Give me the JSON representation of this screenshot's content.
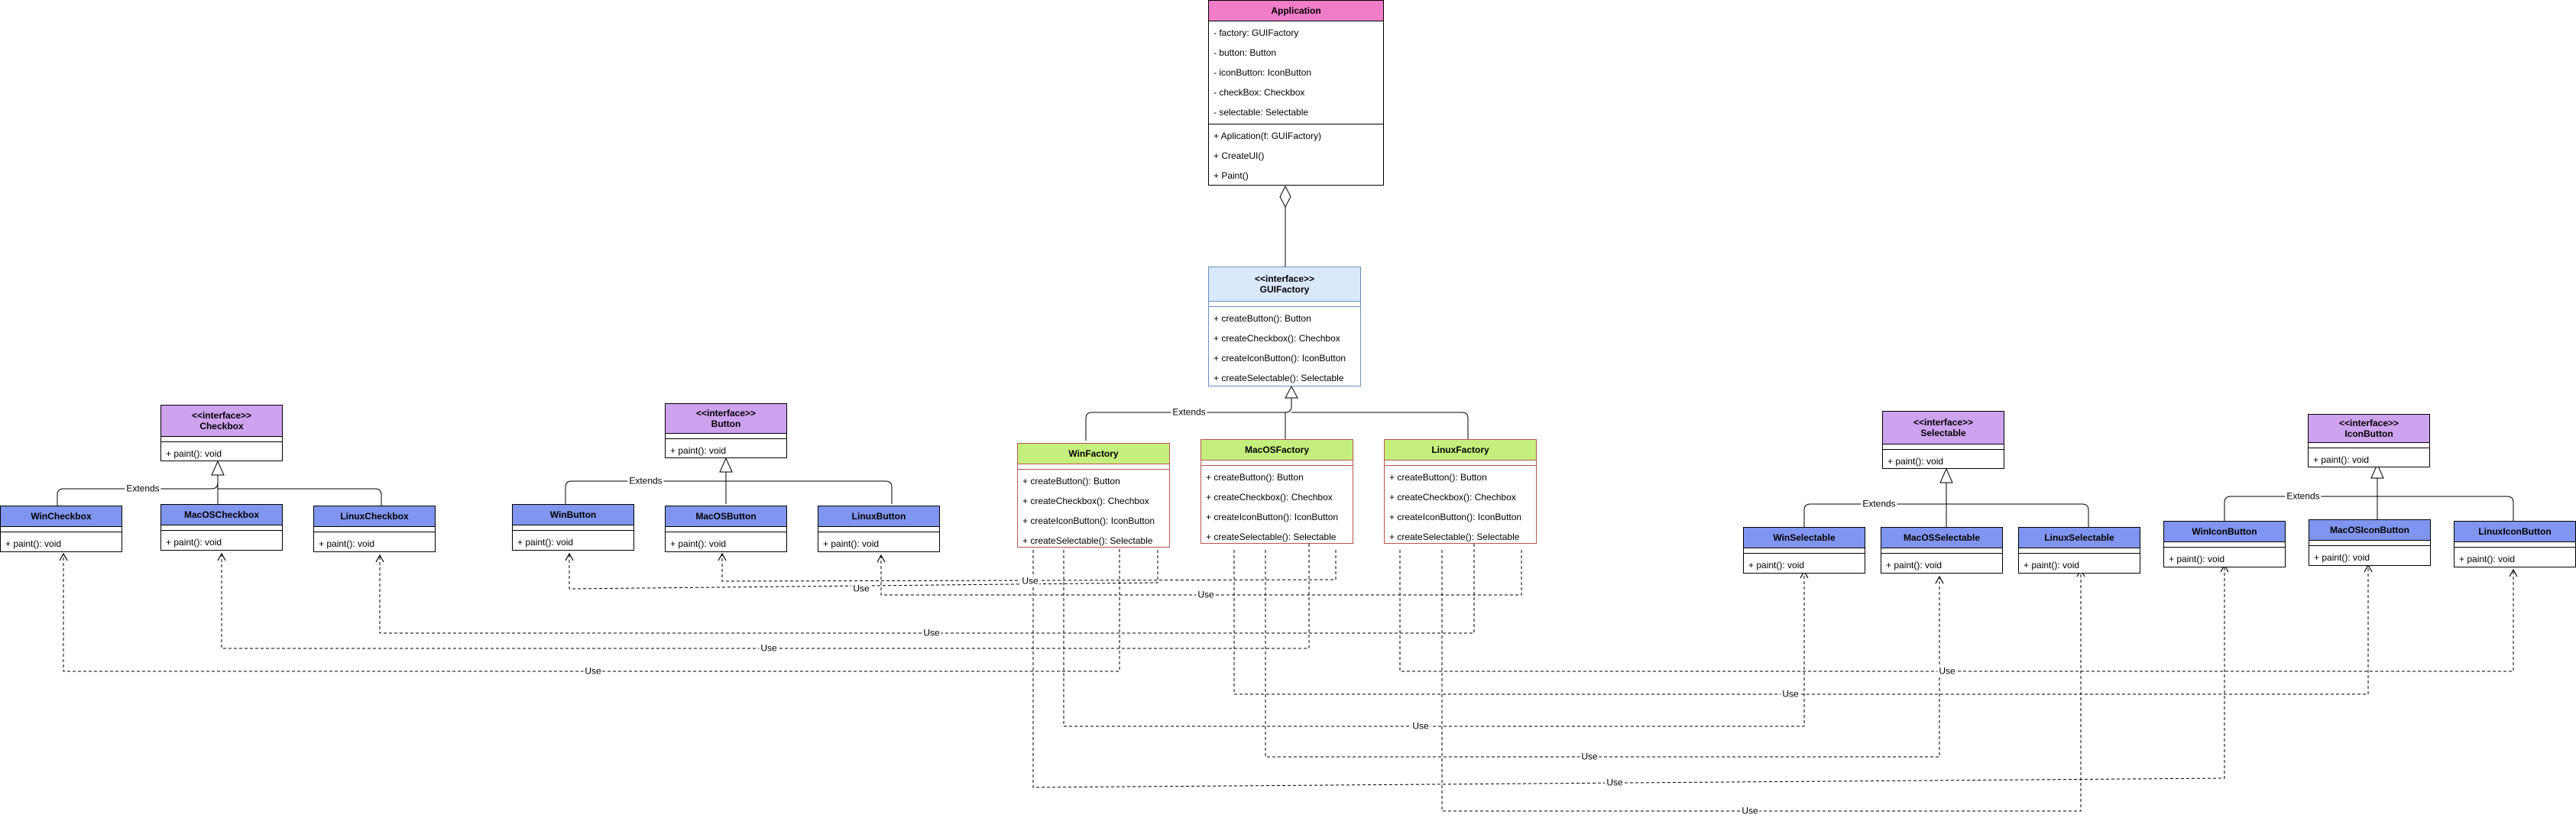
{
  "classes": {
    "application": {
      "title": "Application",
      "attributes": [
        "- factory: GUIFactory",
        "- button: Button",
        "- iconButton: IconButton",
        "- checkBox: Checkbox",
        "- selectable: Selectable"
      ],
      "methods": [
        "+ Aplication(f: GUIFactory)",
        "+ CreateUI()",
        "+ Paint()"
      ]
    },
    "gui_factory": {
      "stereotype": "<<interface>>",
      "title": "GUIFactory",
      "methods": [
        "+ createButton(): Button",
        "+ createCheckbox(): Chechbox",
        "+ createIconButton(): IconButton",
        "+ createSelectable(): Selectable"
      ]
    },
    "checkbox": {
      "stereotype": "<<interface>>",
      "title": "Checkbox",
      "methods": [
        "+ paint(): void"
      ]
    },
    "button": {
      "stereotype": "<<interface>>",
      "title": "Button",
      "methods": [
        "+ paint(): void"
      ]
    },
    "selectable": {
      "stereotype": "<<interface>>",
      "title": "Selectable",
      "methods": [
        "+ paint(): void"
      ]
    },
    "icon_button": {
      "stereotype": "<<interface>>",
      "title": "IconButton",
      "methods": [
        "+ paint(): void"
      ]
    },
    "win_factory": {
      "title": "WinFactory",
      "methods": [
        "+ createButton(): Button",
        "+ createCheckbox(): Chechbox",
        "+ createIconButton(): IconButton",
        "+ createSelectable(): Selectable"
      ]
    },
    "macos_factory": {
      "title": "MacOSFactory",
      "methods": [
        "+ createButton(): Button",
        "+ createCheckbox(): Chechbox",
        "+ createIconButton(): IconButton",
        "+ createSelectable(): Selectable"
      ]
    },
    "linux_factory": {
      "title": "LinuxFactory",
      "methods": [
        "+ createButton(): Button",
        "+ createCheckbox(): Chechbox",
        "+ createIconButton(): IconButton",
        "+ createSelectable(): Selectable"
      ]
    },
    "win_checkbox": {
      "title": "WinCheckbox",
      "methods": [
        "+ paint(): void"
      ]
    },
    "macos_checkbox": {
      "title": "MacOSCheckbox",
      "methods": [
        "+ paint(): void"
      ]
    },
    "linux_checkbox": {
      "title": "LinuxCheckbox",
      "methods": [
        "+ paint(): void"
      ]
    },
    "win_button": {
      "title": "WinButton",
      "methods": [
        "+ paint(): void"
      ]
    },
    "macos_button": {
      "title": "MacOSButton",
      "methods": [
        "+ paint(): void"
      ]
    },
    "linux_button": {
      "title": "LinuxButton",
      "methods": [
        "+ paint(): void"
      ]
    },
    "win_selectable": {
      "title": "WinSelectable",
      "methods": [
        "+ paint(): void"
      ]
    },
    "macos_selectable": {
      "title": "MacOSSelectable",
      "methods": [
        "+ paint(): void"
      ]
    },
    "linux_selectable": {
      "title": "LinuxSelectable",
      "methods": [
        "+ paint(): void"
      ]
    },
    "win_icon_button": {
      "title": "WinIconButton",
      "methods": [
        "+ paint(): void"
      ]
    },
    "macos_icon_button": {
      "title": "MacOSIconButton",
      "methods": [
        "+ paint(): void"
      ]
    },
    "linux_icon_button": {
      "title": "LinuxIconButton",
      "methods": [
        "+ paint(): void"
      ]
    }
  },
  "labels": {
    "extends": "Extends",
    "use": "Use"
  },
  "colors": {
    "application": "#f17cc8",
    "interface": "#cda2ee",
    "gui_factory": "#dae8fc",
    "factory": "#c5ef7d",
    "product": "#7f95ef"
  }
}
